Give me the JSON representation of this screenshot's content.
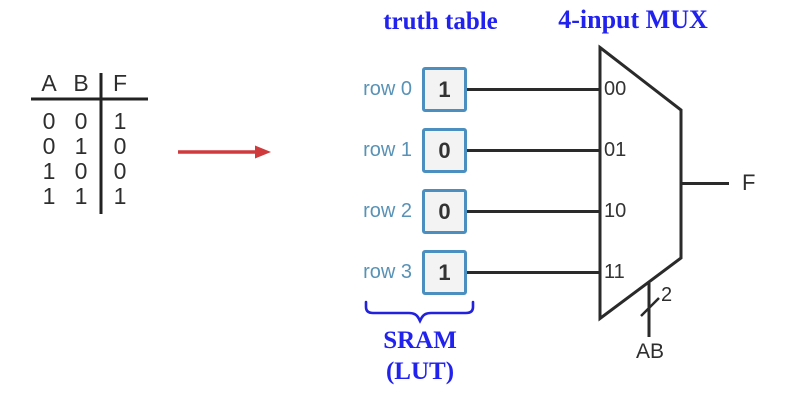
{
  "titles": {
    "truth_table": "truth table",
    "mux": "4-input MUX"
  },
  "truth_table": {
    "headers": [
      "A",
      "B",
      "F"
    ],
    "rows": [
      [
        "0",
        "0",
        "1"
      ],
      [
        "0",
        "1",
        "0"
      ],
      [
        "1",
        "0",
        "0"
      ],
      [
        "1",
        "1",
        "1"
      ]
    ]
  },
  "lut_rows": [
    {
      "label": "row 0",
      "value": "1",
      "mux_input": "00"
    },
    {
      "label": "row 1",
      "value": "0",
      "mux_input": "01"
    },
    {
      "label": "row 2",
      "value": "0",
      "mux_input": "10"
    },
    {
      "label": "row 3",
      "value": "1",
      "mux_input": "11"
    }
  ],
  "mux": {
    "output_label": "F",
    "select_bus_width": "2",
    "select_label": "AB"
  },
  "sram_caption": {
    "line1": "SRAM",
    "line2": "(LUT)"
  },
  "colors": {
    "heading_blue": "#2222ee",
    "row_label_blue": "#5892b6",
    "box_border_blue": "#4a8fc0",
    "arrow_red": "#cf3a3c",
    "line_dark": "#2a2a2a"
  }
}
